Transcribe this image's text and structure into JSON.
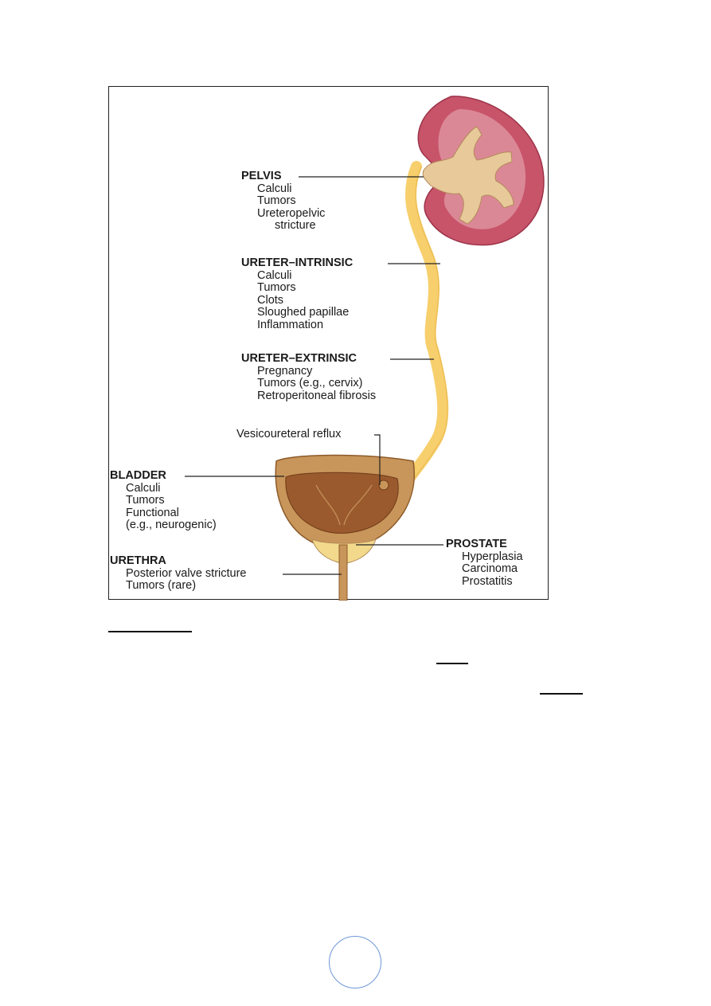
{
  "figure": {
    "pelvis": {
      "title": "PELVIS",
      "items": [
        "Calculi",
        "Tumors",
        "Ureteropelvic"
      ],
      "cont": "stricture"
    },
    "ureter_intrinsic": {
      "title": "URETER–INTRINSIC",
      "items": [
        "Calculi",
        "Tumors",
        "Clots",
        "Sloughed papillae",
        "Inflammation"
      ]
    },
    "ureter_extrinsic": {
      "title": "URETER–EXTRINSIC",
      "items": [
        "Pregnancy",
        "Tumors (e.g., cervix)",
        "Retroperitoneal fibrosis"
      ]
    },
    "vesicoureteral": "Vesicoureteral reflux",
    "bladder": {
      "title": "BLADDER",
      "items": [
        "Calculi",
        "Tumors",
        "Functional",
        "(e.g., neurogenic)"
      ]
    },
    "urethra": {
      "title": "URETHRA",
      "items": [
        "Posterior valve stricture",
        "Tumors (rare)"
      ]
    },
    "prostate": {
      "title": "PROSTATE",
      "items": [
        "Hyperplasia",
        "Carcinoma",
        "Prostatitis"
      ]
    }
  },
  "colors": {
    "kidney_cortex": "#c8546a",
    "kidney_medulla": "#e29aa6",
    "pelvis": "#e8c99a",
    "ureter": "#f7cf6c",
    "bladder_wall": "#c8955a",
    "bladder_lumen": "#9a5a2e",
    "prostate": "#f2d98c",
    "page_circle": "#6f97d6"
  }
}
